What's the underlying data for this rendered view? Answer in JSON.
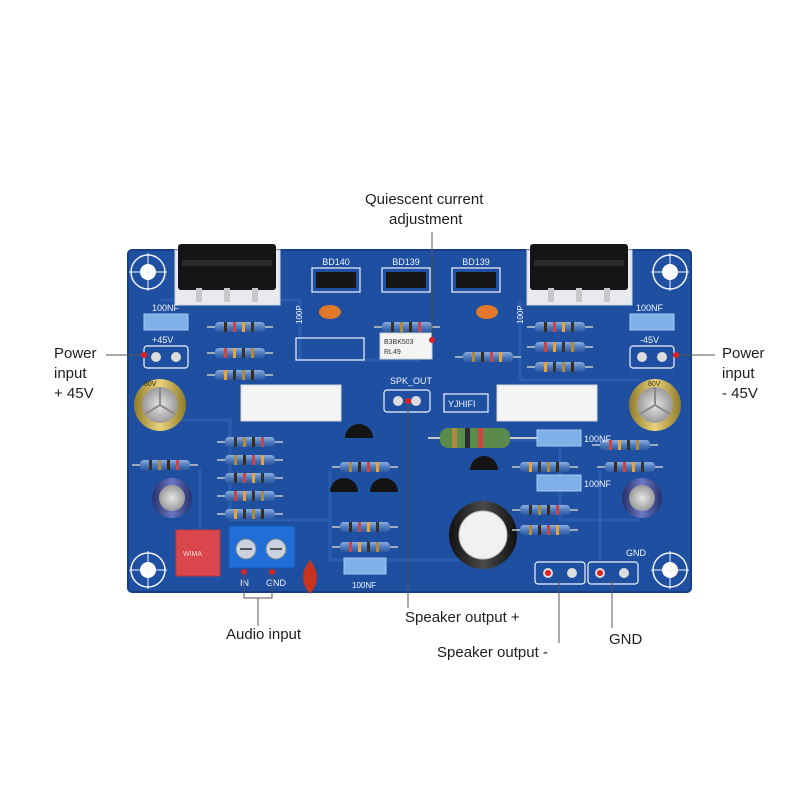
{
  "callouts": {
    "quiescent": [
      "Quiescent current",
      "adjustment"
    ],
    "power_left": [
      "Power",
      "input",
      "+ 45V"
    ],
    "power_right": [
      "Power",
      "input",
      "- 45V"
    ],
    "audio_input": "Audio input",
    "speaker_plus": "Speaker output +",
    "speaker_minus": "Speaker output -",
    "gnd": "GND"
  },
  "board": {
    "transistor_labels": [
      "BD140",
      "BD139",
      "BD139"
    ],
    "cap_labels": {
      "top_left": "100NF",
      "top_right": "100NF",
      "mid_right_1": "100NF",
      "mid_right_2": "100NF",
      "bottom_center": "100NF"
    },
    "rail_labels": {
      "left": "+45V",
      "right": "-45V"
    },
    "spk_out": "SPK_OUT",
    "brand": "YJHIFI",
    "trimmer_text": [
      "B3BK503",
      "RL49"
    ],
    "terminal_labels": {
      "in": "IN",
      "gnd": "GND"
    },
    "gnd_pad_label": "GND",
    "side_label": "100P",
    "film_cap_text": "WIMA",
    "electrolytic_text": "80V"
  },
  "colors": {
    "pcb": "#1f4fa0",
    "pcb_edge": "#183f86",
    "trace": "#2f63b8",
    "silkscreen": "#f2f5ff",
    "heatsink": "#151515",
    "terminal_block": "#1f6fd6",
    "film_cap": "#d9464c"
  }
}
